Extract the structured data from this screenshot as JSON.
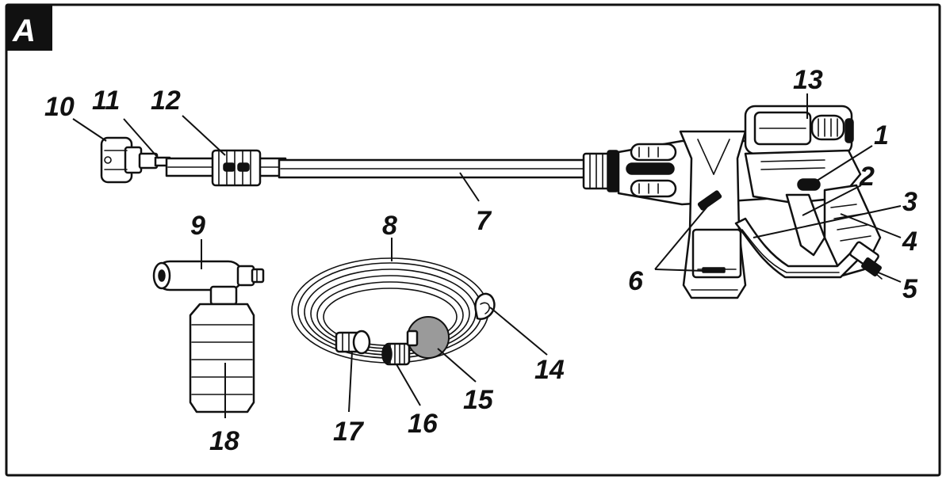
{
  "figure": {
    "letter": "A"
  },
  "callouts": {
    "c1": "1",
    "c2": "2",
    "c3": "3",
    "c4": "4",
    "c5": "5",
    "c6": "6",
    "c7": "7",
    "c8": "8",
    "c9": "9",
    "c10": "10",
    "c11": "11",
    "c12": "12",
    "c13": "13",
    "c14": "14",
    "c15": "15",
    "c16": "16",
    "c17": "17",
    "c18": "18"
  },
  "colors": {
    "line": "#111111",
    "background": "#ffffff",
    "fill_grey": "#9a9a9a"
  }
}
